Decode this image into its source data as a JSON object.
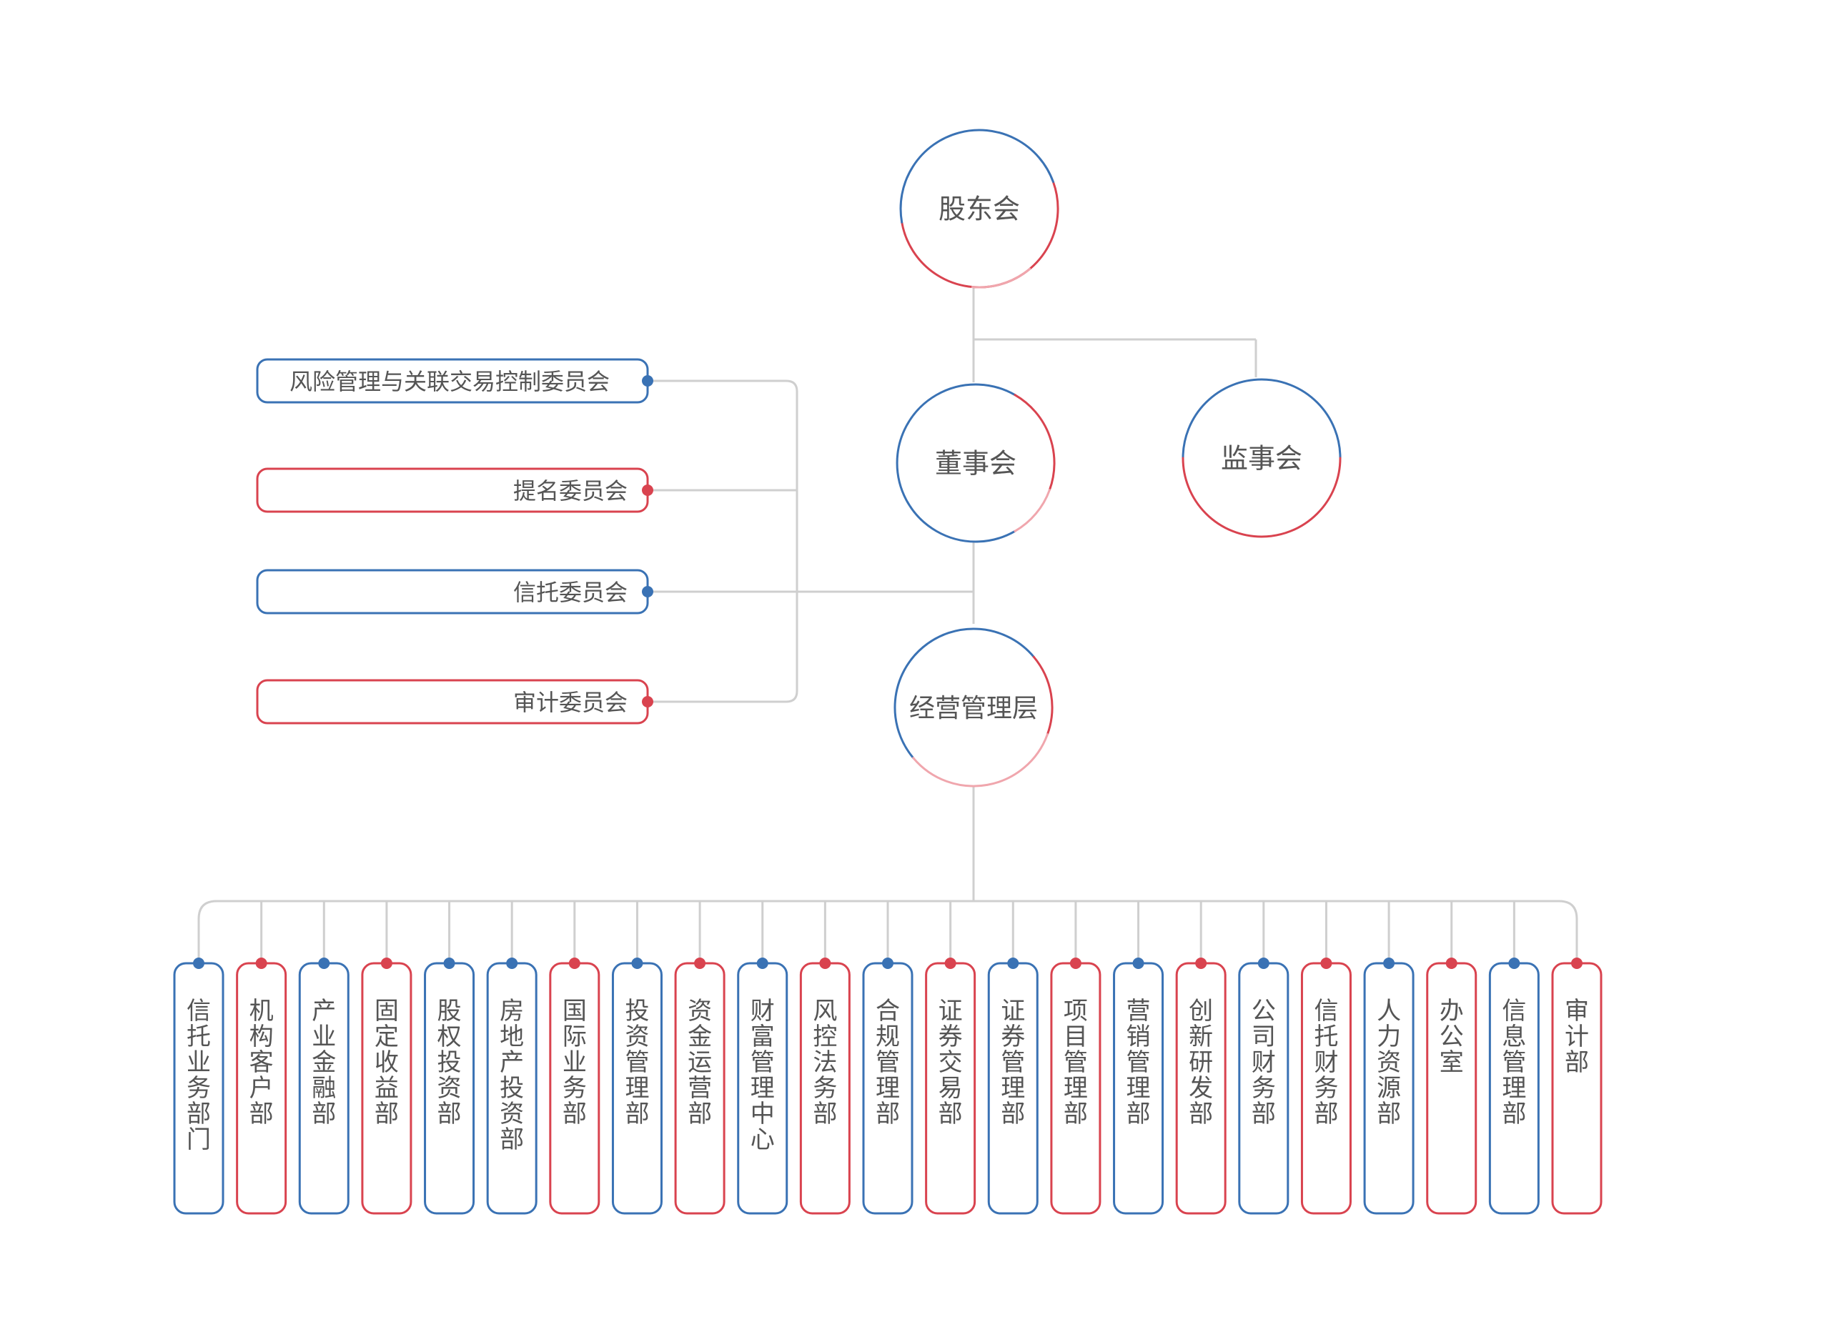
{
  "colors": {
    "blue": "#3a72b4",
    "red": "#d9434f",
    "line": "#cfcfcf",
    "text": "#555555",
    "background": "#ffffff"
  },
  "nodes": {
    "shareholders": {
      "label": "股东会",
      "accent": "red"
    },
    "board": {
      "label": "董事会",
      "accent": "blue"
    },
    "supervisors": {
      "label": "监事会",
      "accent": "blue"
    },
    "management": {
      "label": "经营管理层",
      "accent": "blue"
    }
  },
  "committees": [
    {
      "label": "风险管理与关联交易控制委员会",
      "color": "blue"
    },
    {
      "label": "提名委员会",
      "color": "red"
    },
    {
      "label": "信托委员会",
      "color": "blue"
    },
    {
      "label": "审计委员会",
      "color": "red"
    }
  ],
  "departments": [
    {
      "label": "信托业务部门",
      "color": "blue"
    },
    {
      "label": "机构客户部",
      "color": "red"
    },
    {
      "label": "产业金融部",
      "color": "blue"
    },
    {
      "label": "固定收益部",
      "color": "red"
    },
    {
      "label": "股权投资部",
      "color": "blue"
    },
    {
      "label": "房地产投资部",
      "color": "blue"
    },
    {
      "label": "国际业务部",
      "color": "red"
    },
    {
      "label": "投资管理部",
      "color": "blue"
    },
    {
      "label": "资金运营部",
      "color": "red"
    },
    {
      "label": "财富管理中心",
      "color": "blue"
    },
    {
      "label": "风控法务部",
      "color": "red"
    },
    {
      "label": "合规管理部",
      "color": "blue"
    },
    {
      "label": "证券交易部",
      "color": "red"
    },
    {
      "label": "证券管理部",
      "color": "blue"
    },
    {
      "label": "项目管理部",
      "color": "red"
    },
    {
      "label": "营销管理部",
      "color": "blue"
    },
    {
      "label": "创新研发部",
      "color": "red"
    },
    {
      "label": "公司财务部",
      "color": "blue"
    },
    {
      "label": "信托财务部",
      "color": "red"
    },
    {
      "label": "人力资源部",
      "color": "blue"
    },
    {
      "label": "办公室",
      "color": "red"
    },
    {
      "label": "信息管理部",
      "color": "blue"
    },
    {
      "label": "审计部",
      "color": "red"
    }
  ]
}
